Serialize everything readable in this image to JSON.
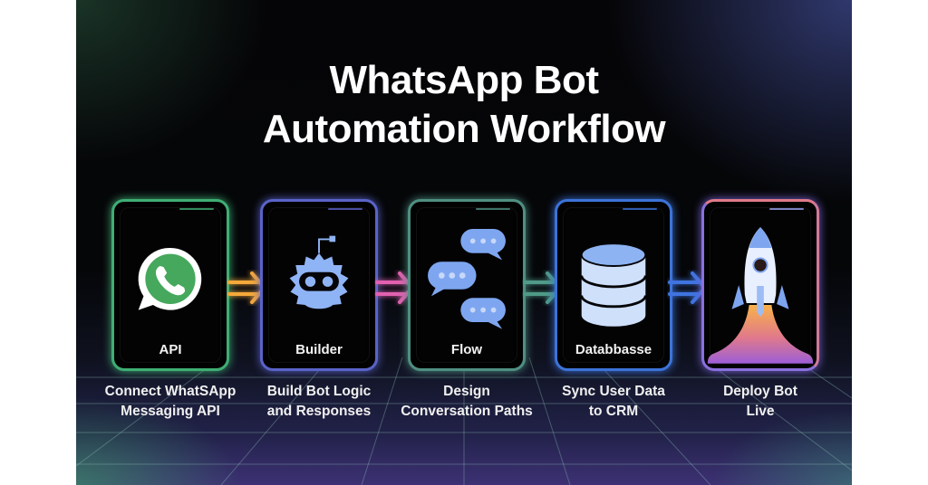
{
  "title": {
    "line1": "WhatsApp Bot",
    "line2": "Automation Workflow"
  },
  "steps": [
    {
      "label": "API",
      "caption_line1": "Connect WhatSApp",
      "caption_line2": "Messaging API",
      "icon": "whatsapp-icon",
      "color": "#3fae74"
    },
    {
      "label": "Builder",
      "caption_line1": "Build Bot Logic",
      "caption_line2": "and Responses",
      "icon": "bot-gear-icon",
      "color": "#5a63c8"
    },
    {
      "label": "Flow",
      "caption_line1": "Design",
      "caption_line2": "Conversation Paths",
      "icon": "chat-bubbles-icon",
      "color": "#4f8f82"
    },
    {
      "label": "Databbasse",
      "caption_line1": "Sync User Data",
      "caption_line2": "to CRM",
      "icon": "database-icon",
      "color": "#3c73d8"
    },
    {
      "label": "",
      "caption_line1": "Deploy Bot",
      "caption_line2": "Live",
      "icon": "rocket-icon",
      "color": "#7a66d8"
    }
  ],
  "arrows": [
    {
      "color": "#f5a93a"
    },
    {
      "color": "#e260b0"
    },
    {
      "color": "#4f9a88"
    },
    {
      "color": "#3f74e0"
    }
  ]
}
